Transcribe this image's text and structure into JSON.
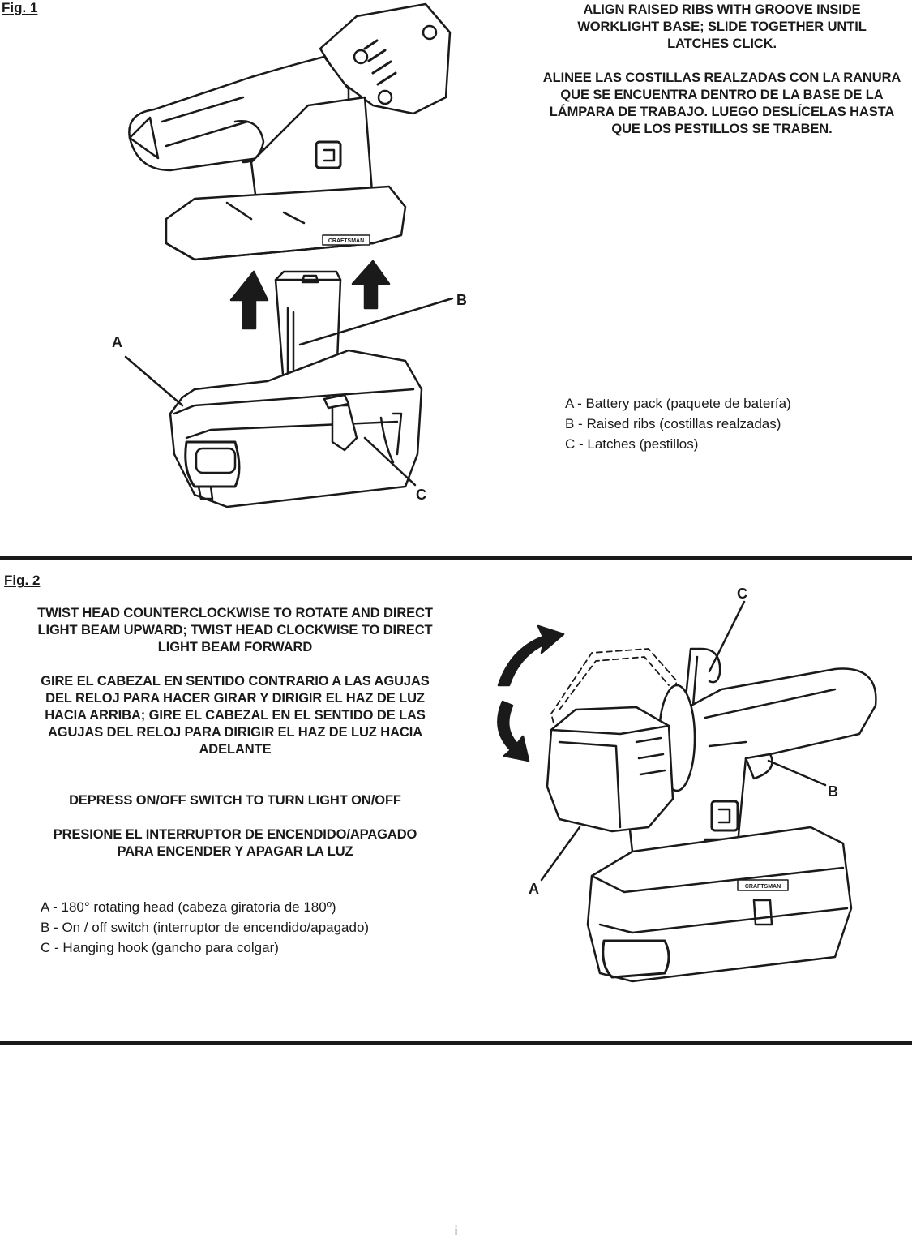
{
  "fig1": {
    "label": "Fig. 1",
    "instruction_en": "ALIGN RAISED RIBS WITH GROOVE INSIDE WORKLIGHT BASE; SLIDE TOGETHER UNTIL LATCHES CLICK.",
    "instruction_es": "ALINEE LAS COSTILLAS REALZADAS CON LA RANURA QUE SE ENCUENTRA DENTRO DE LA BASE DE LA LÁMPARA DE TRABAJO. LUEGO DESLÍCELAS HASTA QUE LOS PESTILLOS SE TRABEN.",
    "callouts": {
      "a": "A",
      "b": "B",
      "c": "C"
    },
    "legend": [
      "A  - Battery pack (paquete de batería)",
      "B  - Raised ribs (costillas realzadas)",
      "C  - Latches (pestillos)"
    ],
    "brand_mark": "CRAFTSMAN"
  },
  "fig2": {
    "label": "Fig. 2",
    "instruction_en": "TWIST HEAD COUNTERCLOCKWISE TO ROTATE AND DIRECT LIGHT BEAM UPWARD; TWIST HEAD CLOCKWISE TO DIRECT LIGHT BEAM FORWARD",
    "instruction_es": "GIRE EL CABEZAL EN SENTIDO CONTRARIO A LAS AGUJAS DEL RELOJ PARA HACER GIRAR Y DIRIGIR EL HAZ DE LUZ HACIA ARRIBA; GIRE EL CABEZAL EN EL SENTIDO DE LAS AGUJAS DEL RELOJ PARA DIRIGIR EL HAZ DE LUZ HACIA ADELANTE",
    "switch_en": "DEPRESS ON/OFF SWITCH TO TURN LIGHT ON/OFF",
    "switch_es": "PRESIONE EL INTERRUPTOR DE ENCENDIDO/APAGADO PARA ENCENDER Y APAGAR LA LUZ",
    "callouts": {
      "a": "A",
      "b": "B",
      "c": "C"
    },
    "legend": [
      "A - 180° rotating head (cabeza giratoria de 180º)",
      "B -  On / off switch (interruptor de encendido/apagado)",
      "C - Hanging hook (gancho para colgar)"
    ],
    "brand_mark": "CRAFTSMAN"
  },
  "page_number": "i"
}
